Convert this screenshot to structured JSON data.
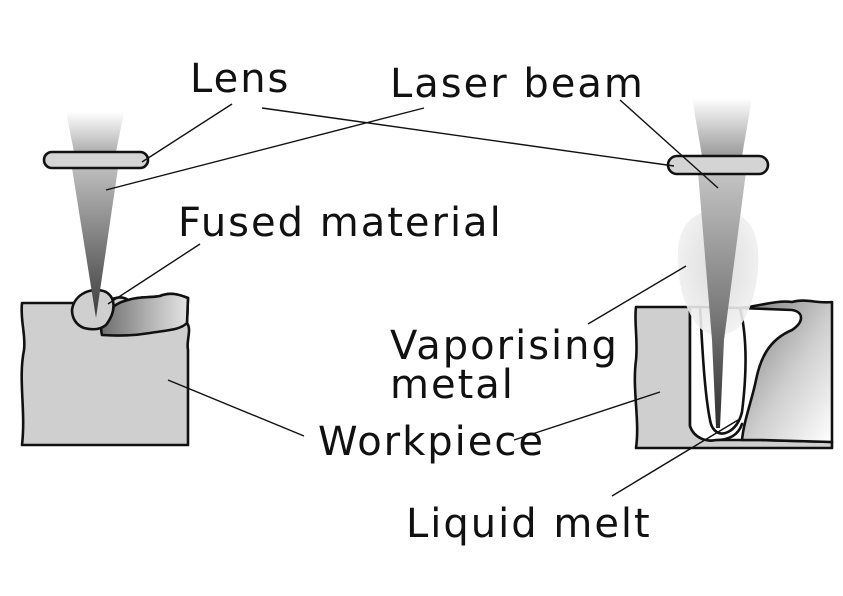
{
  "labels": {
    "lens": "Lens",
    "laser_beam": "Laser beam",
    "fused_material": "Fused material",
    "vaporising_line1": "Vaporising",
    "vaporising_line2": "metal",
    "workpiece": "Workpiece",
    "liquid_melt": "Liquid melt"
  },
  "colors": {
    "workpiece_fill": "#cfcfcf",
    "beam_light": "#eeeeee",
    "beam_dark": "#444444",
    "vapour": "#e8e8e8",
    "line": "#111111"
  }
}
